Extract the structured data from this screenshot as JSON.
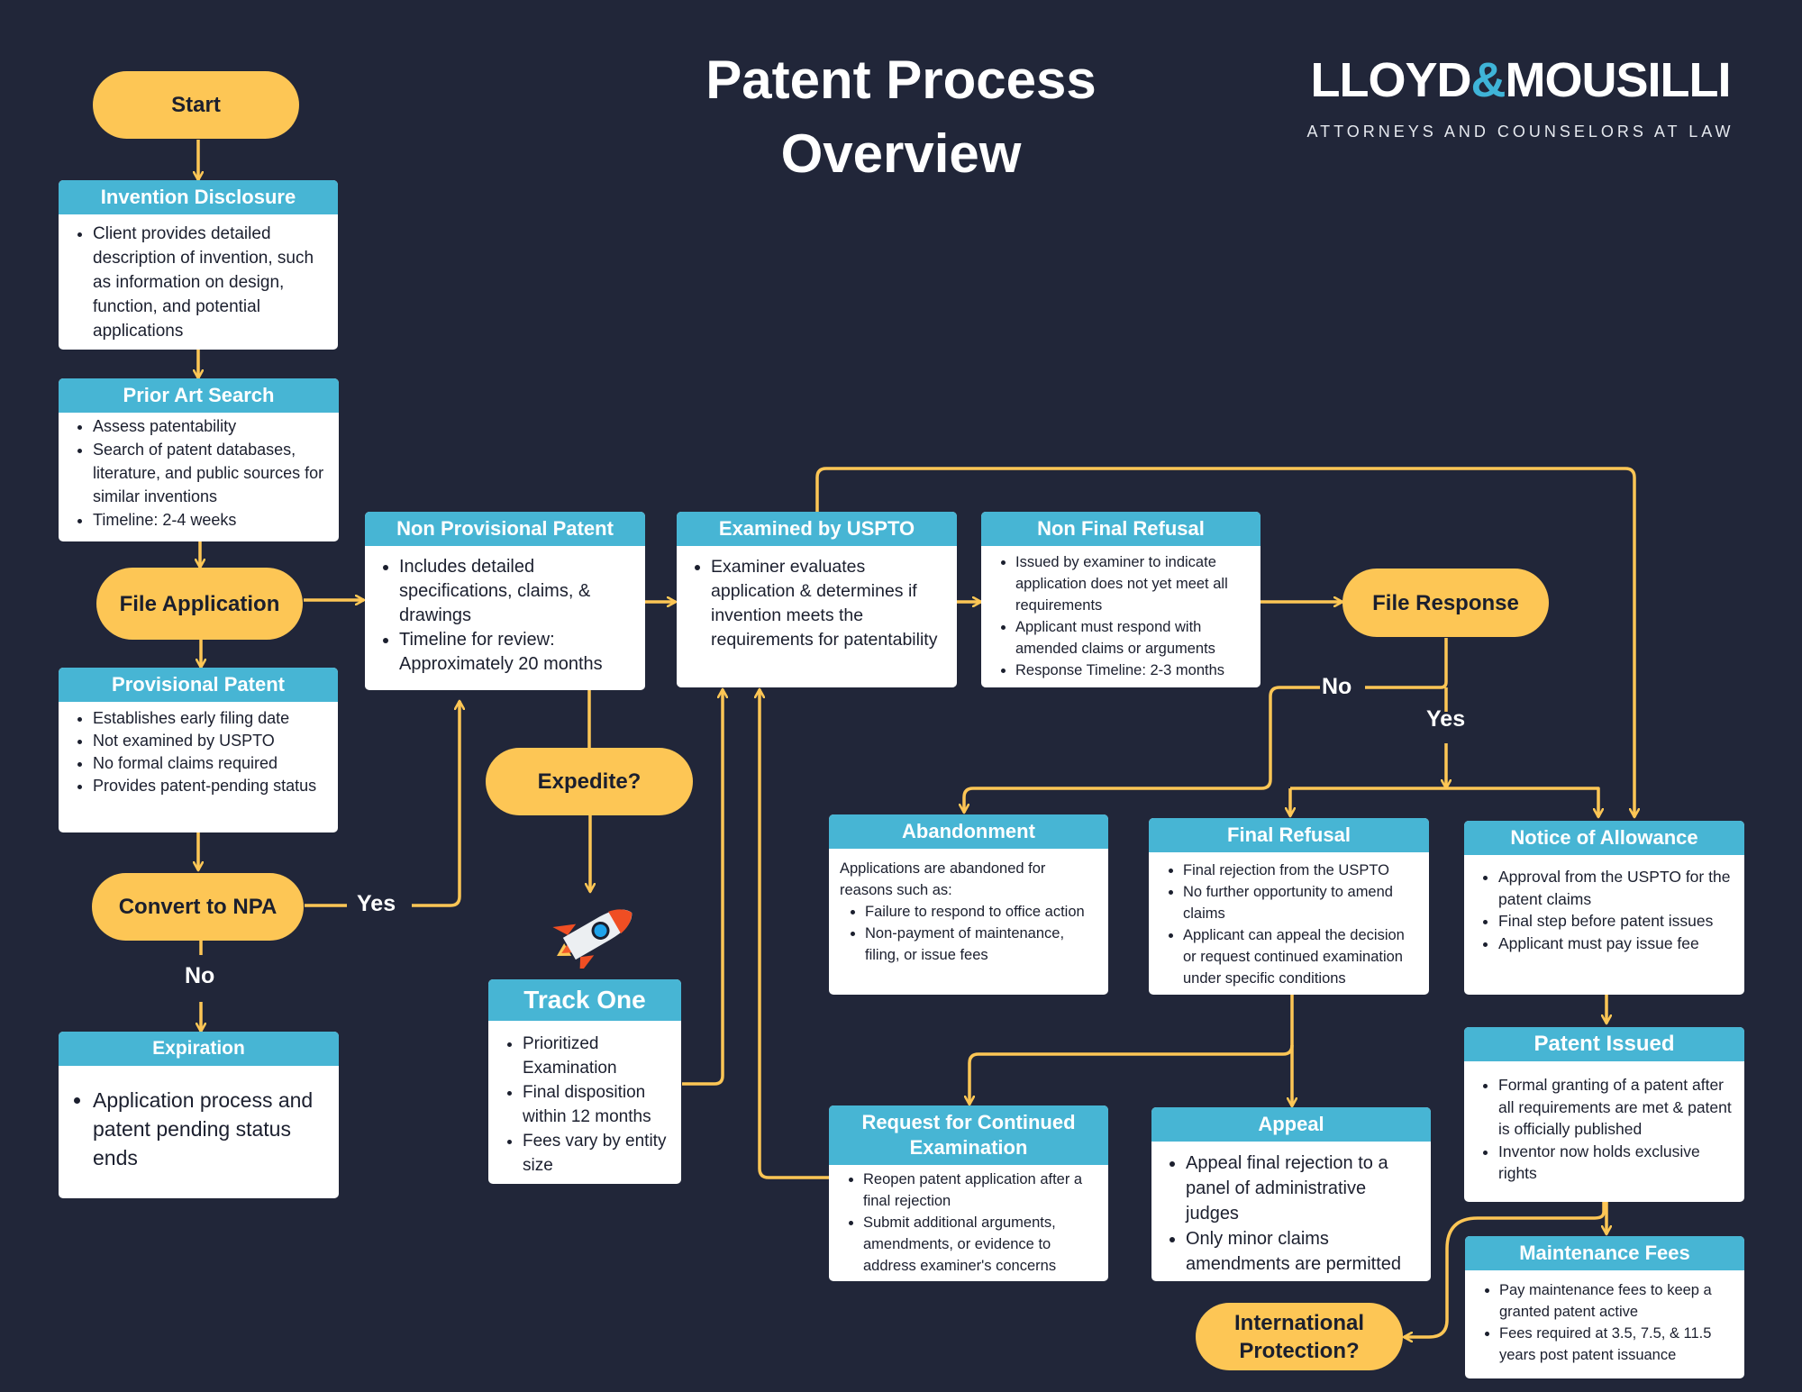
{
  "title": {
    "line1": "Patent Process",
    "line2": "Overview"
  },
  "logo": {
    "part1": "LLOYD",
    "amp": "&",
    "part2": "MOUSILLI",
    "tagline": "ATTORNEYS AND COUNSELORS AT LAW"
  },
  "colors": {
    "background": "#212639",
    "pill": "#fdc655",
    "card_header": "#47b5d4",
    "connector": "#fdc655",
    "logo_accent": "#3fb4d8"
  },
  "pills": {
    "start": "Start",
    "file_application": "File Application",
    "convert_to_npa": "Convert to NPA",
    "expedite": "Expedite?",
    "file_response": "File Response",
    "international_protection": "International Protection?"
  },
  "labels": {
    "convert_yes": "Yes",
    "convert_no": "No",
    "response_no": "No",
    "response_yes": "Yes"
  },
  "cards": {
    "invention_disclosure": {
      "title": "Invention Disclosure",
      "items": [
        "Client provides detailed description of invention, such as information on design, function, and potential applications"
      ]
    },
    "prior_art_search": {
      "title": "Prior Art Search",
      "items": [
        "Assess patentability",
        "Search of patent databases, literature, and public sources for similar inventions",
        "Timeline: 2-4 weeks"
      ]
    },
    "provisional_patent": {
      "title": "Provisional Patent",
      "items": [
        "Establishes early filing date",
        "Not examined by USPTO",
        "No formal claims required",
        "Provides patent-pending status"
      ]
    },
    "expiration": {
      "title": "Expiration",
      "items": [
        "Application process and patent pending status ends"
      ]
    },
    "non_provisional_patent": {
      "title": "Non Provisional Patent",
      "items": [
        "Includes detailed specifications, claims, & drawings",
        "Timeline for review: Approximately 20 months"
      ]
    },
    "track_one": {
      "title": "Track One",
      "items": [
        "Prioritized Examination",
        "Final disposition within 12 months",
        "Fees vary by entity size"
      ]
    },
    "examined_by_uspto": {
      "title": "Examined by USPTO",
      "items": [
        "Examiner evaluates application & determines if invention meets the requirements for patentability"
      ]
    },
    "non_final_refusal": {
      "title": "Non Final Refusal",
      "items": [
        "Issued by examiner to indicate application does not yet meet all requirements",
        "Applicant must respond with amended claims or arguments",
        "Response Timeline: 2-3 months"
      ]
    },
    "abandonment": {
      "title": "Abandonment",
      "intro": "Applications are abandoned for reasons such as:",
      "items": [
        "Failure to respond to office action",
        "Non-payment of maintenance, filing, or issue fees"
      ]
    },
    "final_refusal": {
      "title": "Final Refusal",
      "items": [
        "Final rejection from the USPTO",
        "No further opportunity to amend claims",
        "Applicant can appeal the decision or request continued examination under specific conditions"
      ]
    },
    "notice_of_allowance": {
      "title": "Notice of Allowance",
      "items": [
        "Approval from the USPTO for the patent claims",
        "Final step before patent issues",
        "Applicant must pay issue fee"
      ]
    },
    "patent_issued": {
      "title": "Patent Issued",
      "items": [
        "Formal granting of a patent after all requirements are met & patent is officially published",
        "Inventor now holds exclusive rights"
      ]
    },
    "request_continued_examination": {
      "title": "Request for Continued Examination",
      "items": [
        "Reopen patent application after a final rejection",
        "Submit additional arguments, amendments, or evidence to address examiner's concerns"
      ]
    },
    "appeal": {
      "title": "Appeal",
      "items": [
        "Appeal final rejection to a panel of administrative judges",
        "Only minor claims amendments are permitted"
      ]
    },
    "maintenance_fees": {
      "title": "Maintenance Fees",
      "items": [
        "Pay maintenance fees to keep a granted patent active",
        "Fees required at 3.5, 7.5, & 11.5 years post patent issuance"
      ]
    }
  },
  "icons": {
    "rocket": "rocket-icon"
  }
}
